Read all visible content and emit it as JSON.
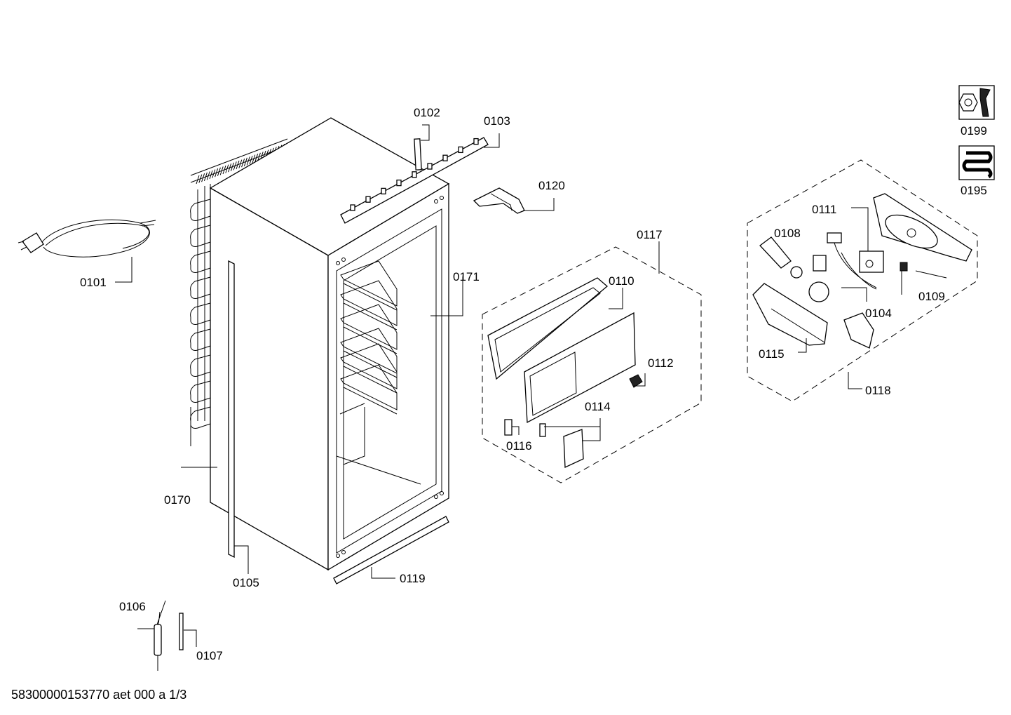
{
  "labels": {
    "p0101": "0101",
    "p0102": "0102",
    "p0103": "0103",
    "p0104": "0104",
    "p0105": "0105",
    "p0106": "0106",
    "p0107": "0107",
    "p0108": "0108",
    "p0109": "0109",
    "p0110": "0110",
    "p0111": "0111",
    "p0112": "0112",
    "p0114": "0114",
    "p0115": "0115",
    "p0116": "0116",
    "p0117": "0117",
    "p0118": "0118",
    "p0119": "0119",
    "p0120": "0120",
    "p0170": "0170",
    "p0171": "0171",
    "p0195": "0195",
    "p0199": "0199"
  },
  "footer": "58300000153770 aet 000 a 1/3",
  "icons": {
    "tool_icon": "wrench-nut-icon",
    "coil_icon": "coil-icon"
  }
}
